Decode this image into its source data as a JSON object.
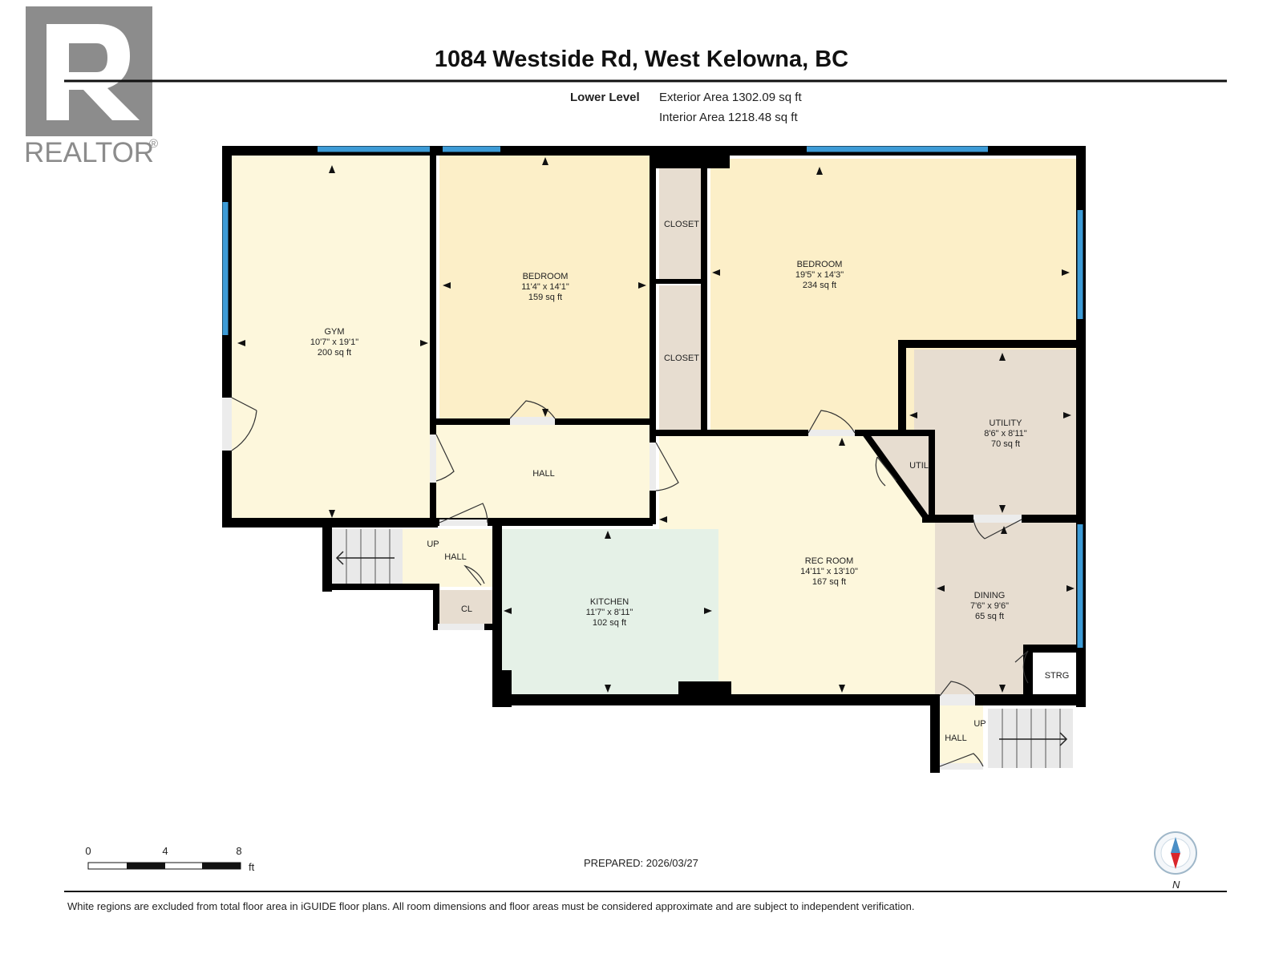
{
  "brand": {
    "logo_text": "REALTOR",
    "logo_mark": "®",
    "logo_letter": "R"
  },
  "header": {
    "title": "1084 Westside Rd, West Kelowna, BC",
    "level": "Lower Level",
    "exterior_area": "Exterior Area 1302.09 sq ft",
    "interior_area": "Interior Area 1218.48 sq ft"
  },
  "rooms": {
    "gym": {
      "name": "GYM",
      "dims": "10'7\" x 19'1\"",
      "area": "200 sq ft"
    },
    "bedroom1": {
      "name": "BEDROOM",
      "dims": "11'4\" x 14'1\"",
      "area": "159 sq ft"
    },
    "bedroom2": {
      "name": "BEDROOM",
      "dims": "19'5\" x 14'3\"",
      "area": "234 sq ft"
    },
    "closet1": {
      "name": "CLOSET"
    },
    "closet2": {
      "name": "CLOSET"
    },
    "utility": {
      "name": "UTILITY",
      "dims": "8'6\" x 8'11\"",
      "area": "70 sq ft"
    },
    "util": {
      "name": "UTIL"
    },
    "hall1": {
      "name": "HALL"
    },
    "hall2": {
      "name": "HALL",
      "up": "UP"
    },
    "hall3": {
      "name": "HALL",
      "up": "UP"
    },
    "cl": {
      "name": "CL"
    },
    "kitchen": {
      "name": "KITCHEN",
      "dims": "11'7\" x 8'11\"",
      "area": "102 sq ft"
    },
    "rec_room": {
      "name": "REC ROOM",
      "dims": "14'11\" x 13'10\"",
      "area": "167 sq ft"
    },
    "dining": {
      "name": "DINING",
      "dims": "7'6\" x 9'6\"",
      "area": "65 sq ft"
    },
    "strg": {
      "name": "STRG"
    }
  },
  "scale": {
    "ticks": [
      "0",
      "4",
      "8"
    ],
    "unit": "ft"
  },
  "prepared": "PREPARED: 2026/03/27",
  "compass": {
    "label": "N"
  },
  "footer": {
    "disclaimer": "White regions are excluded from total floor area in iGUIDE floor plans. All room dimensions and floor areas must be considered approximate and are subject to independent verification."
  },
  "colors": {
    "wall": "#000000",
    "window": "#3d9bd6",
    "living": "#fdf7dc",
    "bedroom": "#fcefc8",
    "storage": "#e7ddd0",
    "kitchen": "#e5f1e7",
    "logo_gray": "#8c8c8c"
  }
}
